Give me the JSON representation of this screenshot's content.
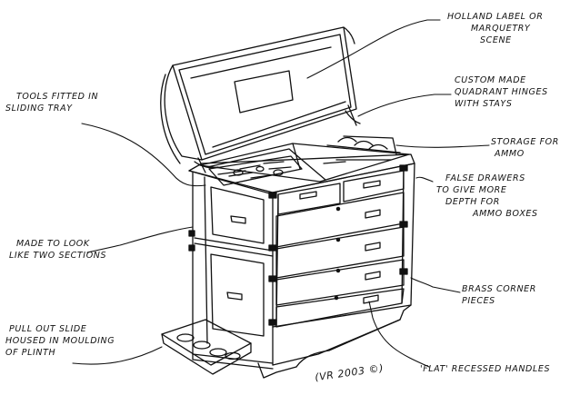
{
  "annotations": {
    "holland_label": [
      "HOLLAND LABEL OR",
      "MARQUETRY",
      "SCENE"
    ],
    "quadrant_hinges": [
      "CUSTOM MADE",
      "QUADRANT HINGES",
      "WITH STAYS"
    ],
    "storage_ammo": [
      "STORAGE FOR",
      "AMMO"
    ],
    "false_drawers": [
      "FALSE DRAWERS",
      "TO GIVE MORE",
      "DEPTH FOR",
      "AMMO BOXES"
    ],
    "brass_corners": [
      "BRASS CORNER",
      "PIECES"
    ],
    "recessed_handles": [
      "'FLAT' RECESSED HANDLES"
    ],
    "tools_tray": [
      "TOOLS FITTED IN",
      "SLIDING TRAY"
    ],
    "two_sections": [
      "MADE TO LOOK",
      "LIKE TWO SECTIONS"
    ],
    "pull_out_slide": [
      "PULL OUT SLIDE",
      "HOUSED IN MOULDING",
      "OF PLINTH"
    ]
  },
  "signature": "(VR 2003 ©)"
}
